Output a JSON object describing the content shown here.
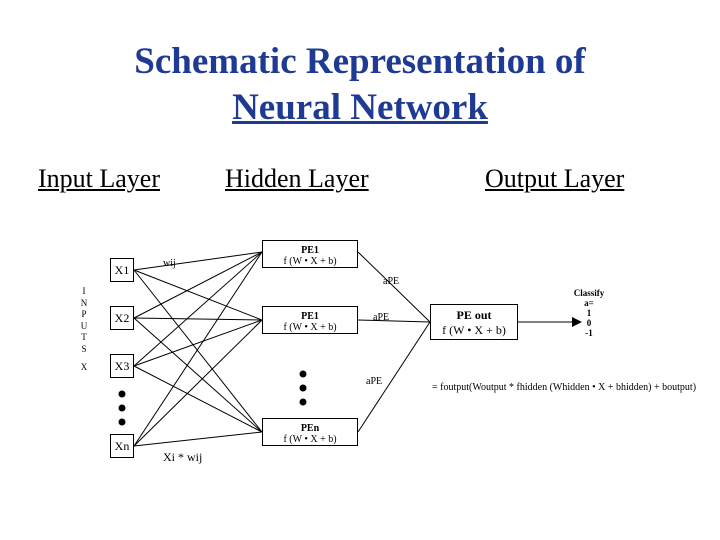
{
  "title": {
    "line1": "Schematic Representation of",
    "line2": "Neural Network"
  },
  "layers": {
    "input": "Input Layer",
    "hidden": "Hidden Layer",
    "output": "Output Layer"
  },
  "inputs_label": [
    "I",
    "N",
    "P",
    "U",
    "T",
    "S"
  ],
  "inputs_x_label": "X",
  "input_nodes": [
    "X1",
    "X2",
    "X3",
    "Xn"
  ],
  "weight_label": "wij",
  "weight_product": "Xi * wij",
  "hidden_nodes": [
    {
      "name": "PE1",
      "fn": "f (W • X + b)"
    },
    {
      "name": "PE1",
      "fn": "f (W • X + b)"
    },
    {
      "name": "PEn",
      "fn": "f (W • X + b)"
    }
  ],
  "activation_labels": [
    "aPE",
    "aPE",
    "aPE"
  ],
  "output_node": {
    "name": "PE out",
    "fn": "f (W • X + b)"
  },
  "classify": {
    "title": "Classify",
    "a": "a=",
    "values": [
      "1",
      "0",
      "-1"
    ]
  },
  "equation": "= foutput(Woutput * fhidden (Whidden • X + bhidden) + boutput)"
}
